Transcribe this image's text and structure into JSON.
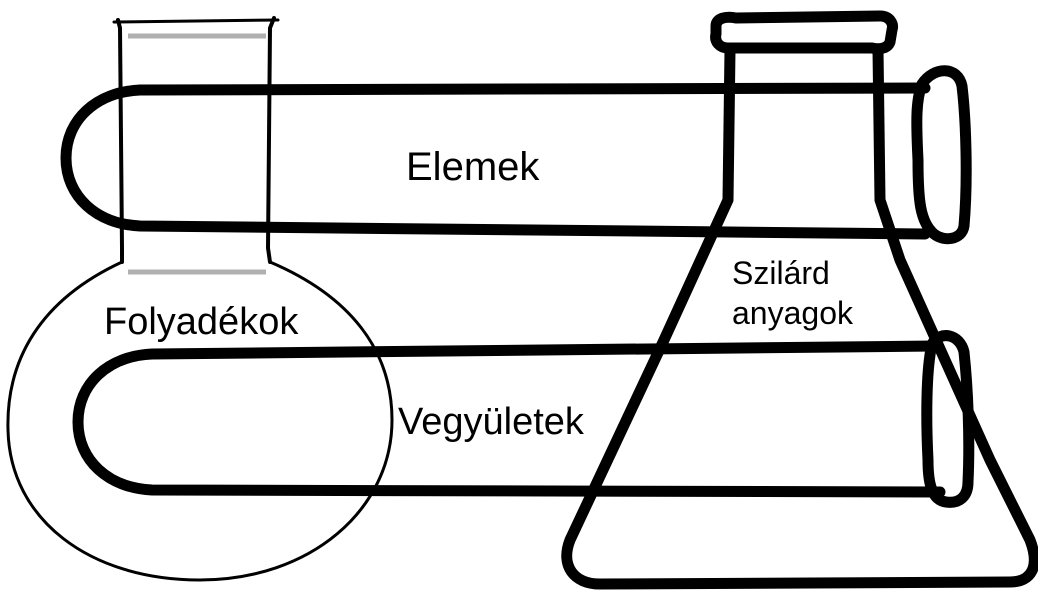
{
  "labels": {
    "elements": "Elemek",
    "liquids": "Folyadékok",
    "solids_line1": "Szilárd",
    "solids_line2": "anyagok",
    "compounds": "Vegyületek"
  },
  "colors": {
    "stroke": "#000000",
    "background": "#ffffff",
    "neck_shade": "#b0b0b0"
  }
}
